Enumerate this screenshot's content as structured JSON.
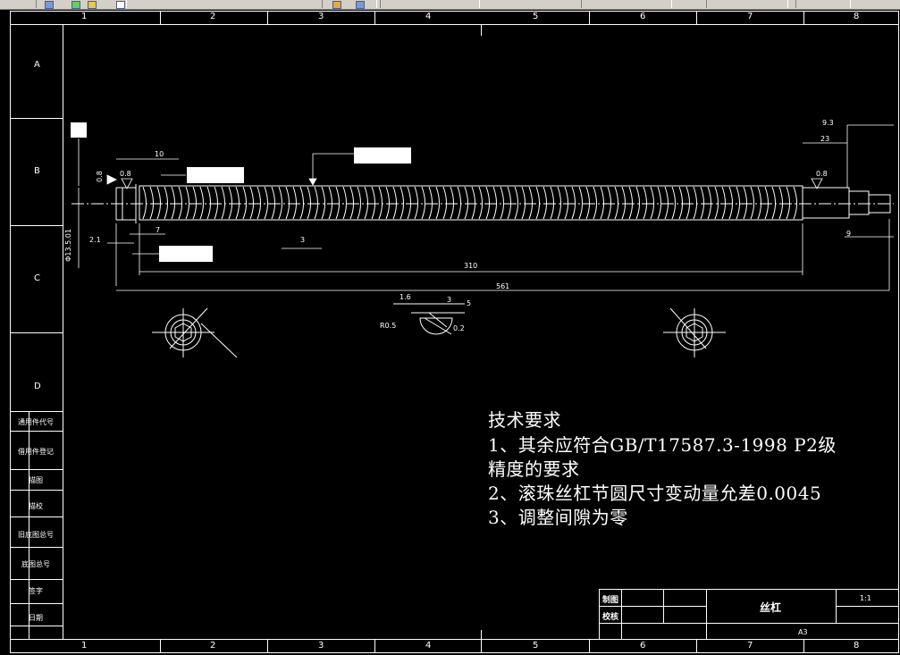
{
  "app": {
    "toolbar": {
      "buttons": [
        "layer-icon",
        "gear-icon",
        "bulb-icon",
        "color-icon",
        "layer2-icon",
        "text-icon",
        "text2-icon"
      ]
    }
  },
  "frame": {
    "zone_numbers": [
      "1",
      "2",
      "3",
      "4",
      "5",
      "6",
      "7",
      "8"
    ],
    "zone_letters": [
      "A",
      "B",
      "C",
      "D"
    ],
    "side_labels": [
      "借用件登记",
      "旧底图总号",
      "底图总号",
      "签字",
      "日期",
      "描图",
      "描校",
      "通用件代号"
    ]
  },
  "title_block": {
    "name": "丝杠",
    "scale": "1:1",
    "size": "A3",
    "rows": [
      "制图",
      "校核"
    ]
  },
  "dimensions": {
    "total_length": "561",
    "thread_length": "310",
    "top_10": "10",
    "left_21": "2.1",
    "left_7": "7",
    "pitch_3": "3",
    "right_23": "23",
    "right_93": "9.3",
    "right_9": "9",
    "roughness_left": "0.8",
    "roughness_mid": "0.8",
    "roughness_right": "0.8",
    "dia_left": "Φ13.5.01",
    "section_dims": [
      "1.6",
      "3",
      "5",
      "R0.5",
      "0.2"
    ]
  },
  "tech_requirements": {
    "title": "技术要求",
    "line1": "1、其余应符合GB/T17587.3-1998 P2级",
    "line1b": "精度的要求",
    "line2": "2、滚珠丝杠节圆尺寸变动量允差0.0045",
    "line3": "3、调整间隙为零"
  }
}
